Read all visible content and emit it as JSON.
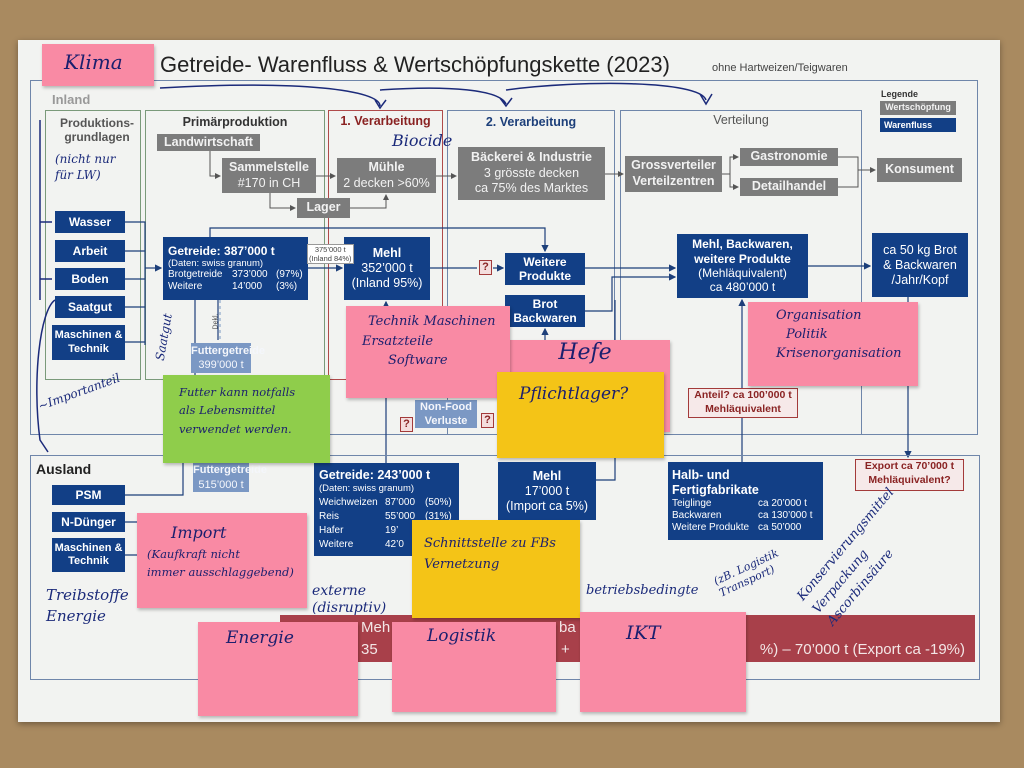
{
  "diagram": {
    "title": "Getreide- Warenfluss & Wertschöpfungskette (2023)",
    "subtitle": "ohne Hartweizen/Teigwaren",
    "legend": {
      "title": "Legende",
      "value_added": "Wertschöpfung",
      "goods_flow": "Warenfluss"
    },
    "inland": {
      "label": "Inland",
      "basics_label": "Produktions-grundlagen",
      "basics": [
        "Wasser",
        "Arbeit",
        "Boden",
        "Saatgut",
        "Maschinen & Technik"
      ],
      "sections": {
        "primary": "Primärproduktion",
        "processing1": "1. Verarbeitung",
        "processing2": "2. Verarbeitung",
        "distribution": "Verteilung"
      },
      "value_chain": {
        "landwirtschaft": "Landwirtschaft",
        "sammelstelle": {
          "title": "Sammelstelle",
          "sub": "#170 in CH"
        },
        "muehle": {
          "title": "Mühle",
          "sub": "2 decken >60%"
        },
        "lager": "Lager",
        "baeckerei": {
          "title": "Bäckerei & Industrie",
          "line1": "3 grösste decken",
          "line2": "ca 75% des Marktes"
        },
        "grossverteiler": {
          "line1": "Grossverteiler",
          "line2": "Verteilzentren"
        },
        "gastronomie": "Gastronomie",
        "detailhandel": "Detailhandel",
        "konsument": "Konsument"
      },
      "flow": {
        "getreide": {
          "title": "Getreide: 387’000 t",
          "source": "(Daten: swiss granum)",
          "rows": [
            [
              "Brotgetreide",
              "373’000",
              "(97%)"
            ],
            [
              "Weitere",
              "14’000",
              "(3%)"
            ]
          ]
        },
        "transfer_label": {
          "line1": "375’000 t",
          "line2": "(Inland 84%)"
        },
        "mehl": {
          "title": "Mehl",
          "line1": "352’000 t",
          "line2": "(Inland 95%)"
        },
        "weitere_produkte": {
          "line1": "Weitere",
          "line2": "Produkte"
        },
        "brot": {
          "line1": "Brot",
          "line2": "Backwaren"
        },
        "mehl_backwaren": {
          "line1": "Mehl, Backwaren,",
          "line2": "weitere Produkte",
          "line3": "(Mehläquivalent)",
          "line4": "ca 480’000 t"
        },
        "konsum": {
          "line1": "ca 50 kg Brot",
          "line2": "& Backwaren",
          "line3": "/Jahr/Kopf"
        },
        "futtergetreide": {
          "title": "Futtergetreide",
          "value": "399’000 t"
        },
        "dekl": "Dekl.",
        "non_food": {
          "line1": "Non-Food",
          "line2": "Verluste"
        },
        "question": "?",
        "anteil": {
          "line1": "Anteil? ca 100’000 t",
          "line2": "Mehläquivalent"
        }
      }
    },
    "ausland": {
      "label": "Ausland",
      "inputs": [
        "PSM",
        "N-Dünger",
        "Maschinen & Technik"
      ],
      "futtergetreide": {
        "title": "Futtergetreide",
        "value": "515’000 t"
      },
      "getreide": {
        "title": "Getreide: 243’000 t",
        "source": "(Daten: swiss granum)",
        "rows": [
          [
            "Weichweizen",
            "87’000",
            "(50%)"
          ],
          [
            "Reis",
            "55’000",
            "(31%)"
          ],
          [
            "Hafer",
            "19’",
            ""
          ],
          [
            "Weitere",
            "42’0",
            ""
          ]
        ]
      },
      "mehl": {
        "title": "Mehl",
        "line1": "17’000 t",
        "line2": "(Import ca 5%)"
      },
      "halbfabrikate": {
        "title1": "Halb- und",
        "title2": "Fertigfabrikate",
        "rows": [
          [
            "Teiglinge",
            "ca 20’000 t"
          ],
          [
            "Backwaren",
            "ca 130’000 t"
          ],
          [
            "Weitere Produkte",
            "ca 50’000"
          ]
        ]
      },
      "export": {
        "line1": "Export ca 70’000 t",
        "line2": "Mehläquivalent?"
      }
    },
    "summary_bar": {
      "frag1": "Meh",
      "frag2": "35",
      "frag3": "ba",
      "frag4": "+",
      "tail": "%) – 70’000 t (Export ca -19%)"
    }
  },
  "sticky_notes": {
    "klima": "Klima",
    "technik": [
      "Technik Maschinen",
      "Ersatzteile",
      "Software"
    ],
    "hefe": "Hefe",
    "pflichtlager": "Pflichtlager?",
    "organisation": [
      "Organisation",
      "Politik",
      "Krisenorganisation"
    ],
    "futter": [
      "Futter kann notfalls",
      "als Lebensmittel",
      "verwendet werden."
    ],
    "import": [
      "Import",
      "(Kaufkraft nicht",
      "immer ausschlaggebend)"
    ],
    "schnittstelle": [
      "Schnittstelle zu FBs",
      "Vernetzung"
    ],
    "energie": "Energie",
    "logistik": "Logistik",
    "ikt": "IKT"
  },
  "handwriting": {
    "biocide": "Biocide",
    "nicht_nur": [
      "(nicht nur",
      "für LW)"
    ],
    "saatgut": "Saatgut",
    "importanteil": "~Importanteil",
    "treibstoffe": [
      "Treibstoffe",
      "Energie"
    ],
    "externe": "externe (disruptiv)",
    "betriebsbedingte": "betriebsbedingte",
    "logistik_transport": [
      "(zB. Logistik",
      "Transport)"
    ],
    "zusatz": [
      "Konservierungsmittel",
      "Verpackung",
      "Ascorbinsäure"
    ]
  },
  "colors": {
    "blue": "#123f86",
    "gray": "#7c7c7c",
    "light_blue": "#7b98c4",
    "red": "#a8404a",
    "pink_note": "#f98aa4",
    "yellow_note": "#f4c417",
    "green_note": "#8fcd4b"
  }
}
